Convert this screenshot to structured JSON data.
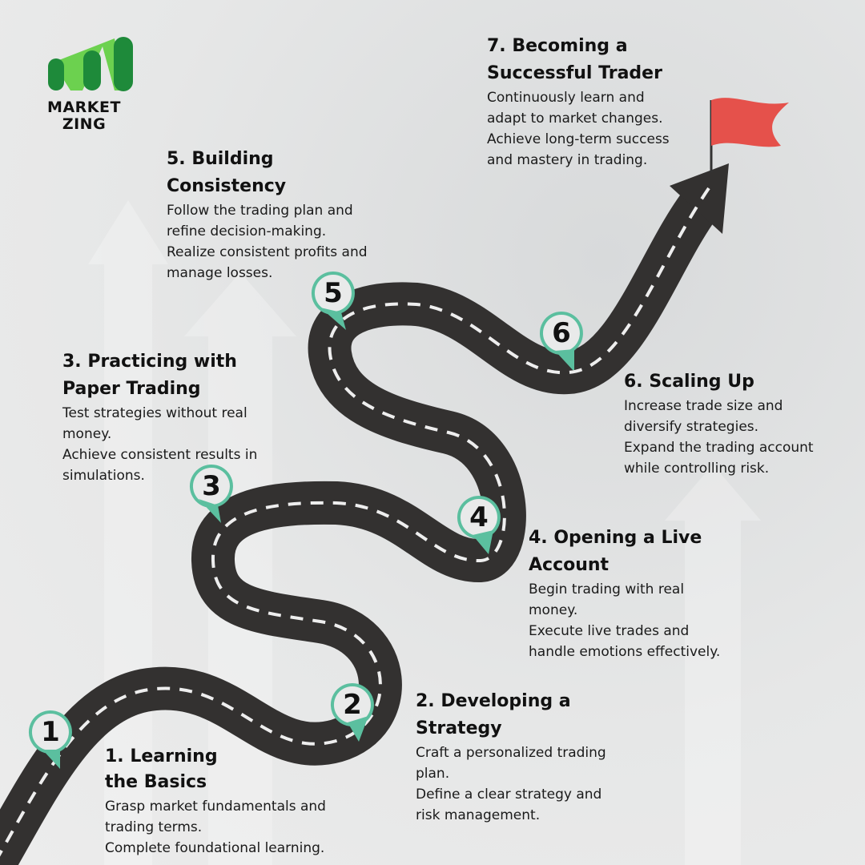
{
  "brand": {
    "name_line1": "MARKET",
    "name_line2": "ZING"
  },
  "colors": {
    "road": "#333130",
    "marker": "#5bbf9f",
    "flag": "#e5514b",
    "logo_dark": "#1e8a3a",
    "logo_light": "#6cd14f"
  },
  "steps": [
    {
      "number": "1",
      "title": [
        "1. Learning",
        "the Basics"
      ],
      "body": [
        "Grasp market fundamentals and",
        "trading terms.",
        "Complete foundational learning."
      ]
    },
    {
      "number": "2",
      "title": [
        "2. Developing a",
        "Strategy"
      ],
      "body": [
        "Craft a personalized trading",
        "plan.",
        "Define a clear strategy and",
        "risk management."
      ]
    },
    {
      "number": "3",
      "title": [
        "3. Practicing with",
        "Paper Trading"
      ],
      "body": [
        "Test strategies without real",
        "money.",
        "Achieve consistent results in",
        "simulations."
      ]
    },
    {
      "number": "4",
      "title": [
        "4. Opening a Live",
        "Account"
      ],
      "body": [
        "Begin trading with real",
        "money.",
        "Execute live trades and",
        "handle emotions effectively."
      ]
    },
    {
      "number": "5",
      "title": [
        "5. Building",
        "Consistency"
      ],
      "body": [
        "Follow the trading plan and",
        "refine decision-making.",
        "Realize consistent profits and",
        "manage losses."
      ]
    },
    {
      "number": "6",
      "title": [
        "6. Scaling Up"
      ],
      "body": [
        "Increase trade size and",
        "diversify strategies.",
        "Expand the trading account",
        "while controlling risk."
      ]
    },
    {
      "number": "7",
      "title": [
        "7. Becoming a",
        "Successful Trader"
      ],
      "body": [
        "Continuously learn and",
        "adapt to market changes.",
        "Achieve long-term success",
        "and mastery in trading."
      ]
    }
  ]
}
